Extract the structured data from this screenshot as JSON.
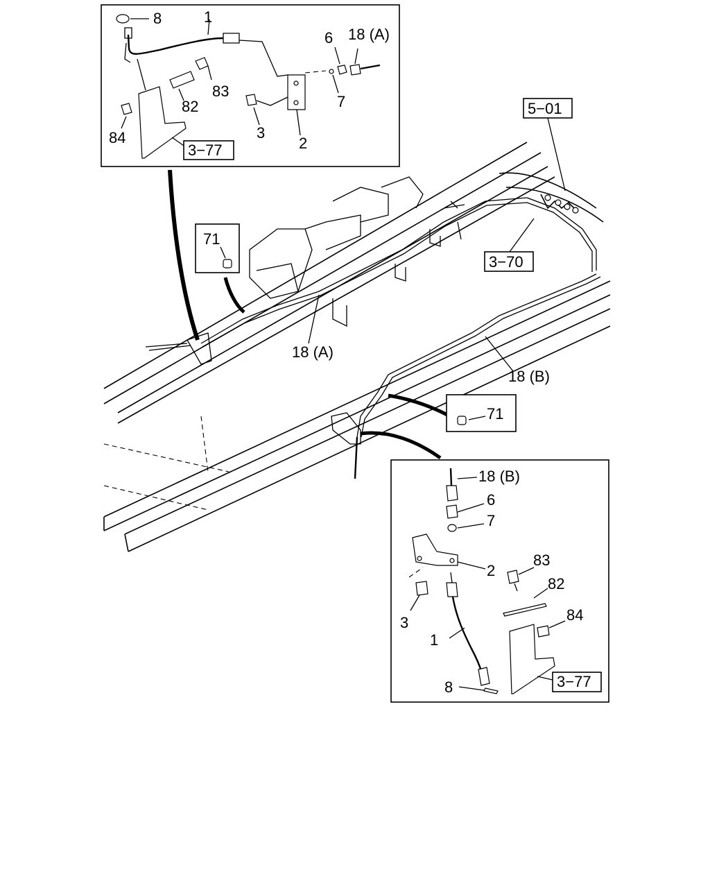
{
  "callouts_top": {
    "c8": "8",
    "c1": "1",
    "c6": "6",
    "c18a": "18 (A)",
    "c83": "83",
    "c82": "82",
    "c7": "7",
    "c84": "84",
    "c3": "3",
    "c2": "2",
    "ref377": "3−77"
  },
  "callouts_main": {
    "ref501": "5−01",
    "ref370": "3−70",
    "c71a": "71",
    "c71b": "71",
    "c18a": "18 (A)",
    "c18b": "18 (B)"
  },
  "callouts_bottom": {
    "c18b": "18 (B)",
    "c6": "6",
    "c7": "7",
    "c2": "2",
    "c83": "83",
    "c82": "82",
    "c84": "84",
    "c3": "3",
    "c1": "1",
    "c8": "8",
    "ref377": "3−77"
  }
}
